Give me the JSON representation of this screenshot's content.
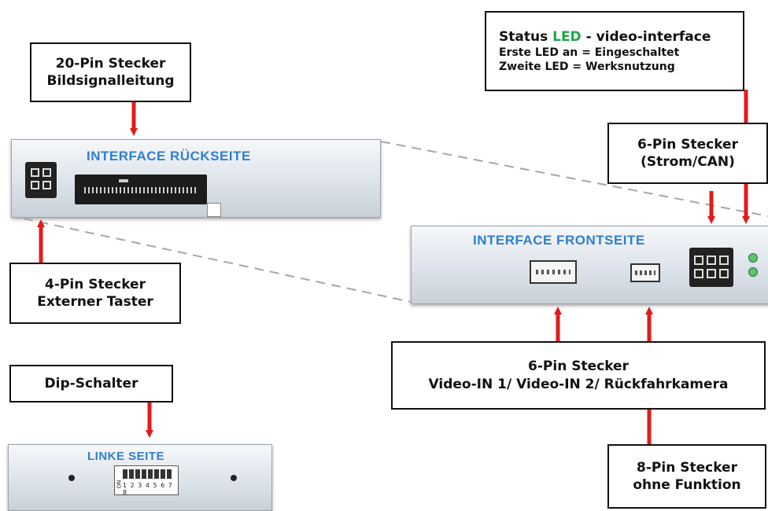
{
  "labels": {
    "status_led": {
      "prefix": "Status ",
      "led": "LED",
      "suffix": " - video-interface",
      "line2": "Erste LED an = Eingeschaltet",
      "line3": "Zweite LED = Werksnutzung"
    },
    "pin20": {
      "line1": "20-Pin Stecker",
      "line2": "Bildsignalleitung"
    },
    "pin6_power": {
      "line1": "6-Pin Stecker",
      "line2": "(Strom/CAN)"
    },
    "pin4": {
      "line1": "4-Pin Stecker",
      "line2": "Externer Taster"
    },
    "dip": {
      "line1": "Dip-Schalter"
    },
    "pin6_video": {
      "line1": "6-Pin Stecker",
      "line2": "Video-IN 1/ Video-IN 2/ Rückfahrkamera"
    },
    "pin8": {
      "line1": "8-Pin Stecker",
      "line2": "ohne Funktion"
    }
  },
  "panels": {
    "back": {
      "title": "INTERFACE  RÜCKSEITE"
    },
    "front": {
      "title": "INTERFACE  FRONTSEITE"
    },
    "left": {
      "title": "LINKE SEITE",
      "dip_numbers": "1 2 3 4 5 6 7 8",
      "dip_on": "ON"
    }
  },
  "colors": {
    "arrow": "#e21b1b",
    "title_blue": "#2f7fd0",
    "led_green": "#1fa44a"
  }
}
